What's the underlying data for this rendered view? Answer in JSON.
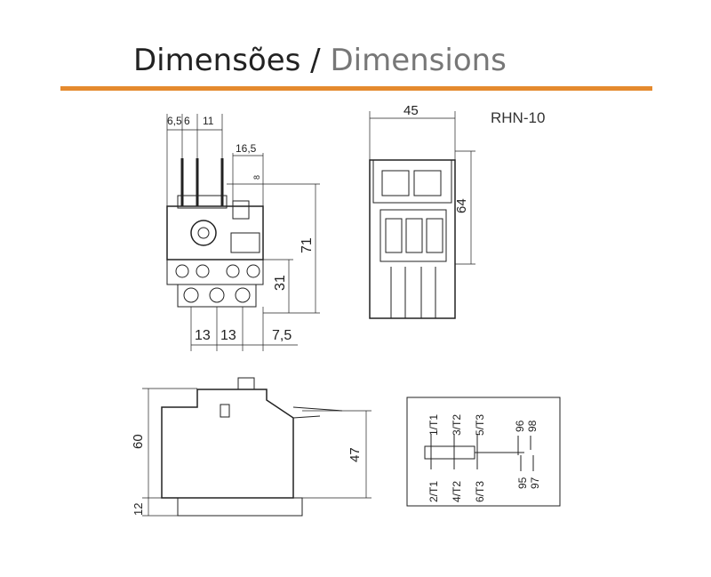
{
  "header": {
    "title_pt": "Dimensões",
    "separator": " / ",
    "title_en": "Dimensions",
    "rule_color": "#e58a2e"
  },
  "model": "RHN-10",
  "front_view": {
    "dims": {
      "a": "6,5",
      "b": "6",
      "c": "11",
      "d": "16,5",
      "e": "8",
      "height": "71",
      "lower_height": "31",
      "pitch1": "13",
      "pitch2": "13",
      "offset": "7,5"
    }
  },
  "side_view": {
    "dims": {
      "width": "45",
      "height": "64"
    }
  },
  "profile_view": {
    "dims": {
      "height": "60",
      "base": "12",
      "mount": "47"
    }
  },
  "schematic": {
    "top_terminals": [
      "1/T1",
      "3/T2",
      "5/T3"
    ],
    "bottom_terminals": [
      "2/T1",
      "4/T2",
      "6/T3"
    ],
    "aux_top": [
      "96",
      "98"
    ],
    "aux_bottom": [
      "95",
      "97"
    ]
  }
}
